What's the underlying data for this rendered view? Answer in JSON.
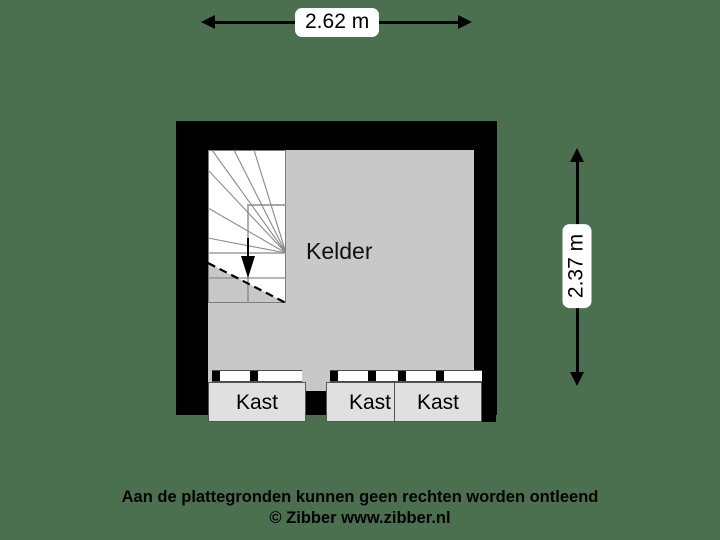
{
  "plan": {
    "title": "Kelder floorplan",
    "background_color": "#4a7050",
    "wall_color": "#000000",
    "floor_color": "#c8c8c8",
    "stair_color": "#ffffff",
    "closet_color": "#e0e0e0"
  },
  "dimensions": {
    "width_label": "2.62 m",
    "height_label": "2.37 m"
  },
  "rooms": {
    "main_label": "Kelder"
  },
  "closets": [
    {
      "label": "Kast"
    },
    {
      "label": "Kast"
    },
    {
      "label": "Kast"
    }
  ],
  "footer": {
    "line1": "Aan de plattegronden kunnen geen rechten worden ontleend",
    "line2": "© Zibber www.zibber.nl"
  }
}
